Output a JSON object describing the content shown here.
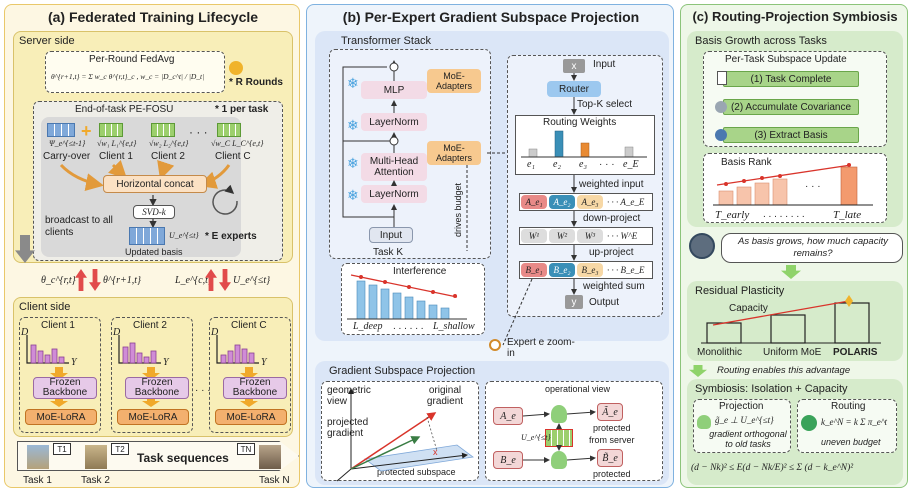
{
  "panel_a": {
    "title": "(a) Federated Training Lifecycle",
    "server_side": "Server side",
    "fedavg_title": "Per-Round FedAvg",
    "fedavg_formula": "θ^{r+1,t} = Σ w_c θ^{r,t}_c ,   w_c = |D_c^t| / |D_t|",
    "rounds_label": "* R Rounds",
    "pe_fosu_title": "End-of-task PE-FOSU",
    "per_task_label": "* 1 per task",
    "carry_over": "Carry-over",
    "carry_math": "Ψ_e^{≤t-1}",
    "clients": [
      "Client 1",
      "Client 2",
      "Client C"
    ],
    "client_math": [
      "√w₁ L₁^{e,t}",
      "√w₂ L₂^{e,t}",
      "√w_C L_C^{e,t}"
    ],
    "hconcat": "Horizontal concat",
    "svd": "SVD-k",
    "broadcast": "broadcast to all clients",
    "updated_basis": "Updated basis",
    "ue_math": "U_e^{≤t}",
    "experts_label": "* E experts",
    "arrow_left": "θ_c^{r,t}",
    "arrow_left2": "θ^{r+1,t}",
    "arrow_right": "L_e^{c,t}",
    "arrow_right2": "U_e^{≤t}",
    "client_side": "Client side",
    "frozen_backbone": "Frozen Backbone",
    "moe_lora": "MoE-LoRA",
    "axis_d": "D",
    "axis_y": "Y",
    "task_sequences": "Task sequences",
    "task_labels": [
      "Task 1",
      "Task 2",
      "Task N"
    ],
    "task_tags": [
      "T1",
      "T2",
      "TN"
    ]
  },
  "panel_b": {
    "title": "(b) Per-Expert Gradient Subspace Projection",
    "transformer_stack": "Transformer Stack",
    "mlp": "MLP",
    "layernorm": "LayerNorm",
    "mha": "Multi-Head Attention",
    "moe_adapters": "MoE-Adapters",
    "input": "Input",
    "task_k": "Task K",
    "drives_budget": "drives budget",
    "interference": "Interference",
    "l_deep": "L_deep",
    "l_shallow": "L_shallow",
    "router_input": "Input",
    "x": "x",
    "router": "Router",
    "topk": "Top-K select",
    "routing_weights": "Routing Weights",
    "e_labels": [
      "e₁",
      "e₂",
      "e₃",
      "· · ·",
      "e_E"
    ],
    "weighted_input": "weighted input",
    "a_labels": [
      "A_e₁",
      "A_e₂",
      "A_e₃",
      "· · · A_e_E"
    ],
    "down_project": "down-project",
    "w_labels": [
      "W¹",
      "W²",
      "W³",
      "· · · W^E"
    ],
    "up_project": "up-project",
    "b_labels": [
      "B_e₁",
      "B_e₂",
      "B_e₃",
      "· · · B_e_E"
    ],
    "weighted_sum": "weighted sum",
    "y": "y",
    "output": "Output",
    "zoom": "Expert e zoom-in",
    "gsp_title": "Gradient Subspace Projection",
    "geometric_view": "geometric view",
    "original_gradient": "original gradient",
    "projected_gradient": "projected gradient",
    "protected_subspace": "protected subspace",
    "operational_view": "operational view",
    "ae": "A_e",
    "be": "B_e",
    "ae_tilde": "Ã_e",
    "be_tilde": "B̃_e",
    "ue": "U_e^{≤t}",
    "protected": "protected",
    "from_server": "from server"
  },
  "panel_c": {
    "title": "(c) Routing-Projection Symbiosis",
    "basis_growth": "Basis Growth across Tasks",
    "per_task_update": "Per-Task Subspace Update",
    "steps": [
      "(1) Task Complete",
      "(2) Accumulate Covariance",
      "(3) Extract Basis"
    ],
    "basis_rank": "Basis Rank",
    "t_early": "T_early",
    "t_late": "T_late",
    "question": "As basis grows, how much capacity remains?",
    "residual_plasticity": "Residual Plasticity",
    "capacity": "Capacity",
    "bars": [
      "Monolithic",
      "Uniform MoE",
      "POLARIS"
    ],
    "routing_enables": "Routing enables this advantage",
    "symbiosis": "Symbiosis: Isolation + Capacity",
    "projection": "Projection",
    "routing": "Routing",
    "proj_formula": "g̃_e ⊥ U_e^{≤t}",
    "proj_note": "gradient orthogonal to old tasks",
    "routing_formula": "k_e^N = k Σ π_e^t",
    "routing_note": "uneven budget",
    "bottom_formula": "(d − Nk)² ≤ E(d − Nk/E)² ≤ Σ (d − k_e^N)²"
  },
  "colors": {
    "panel_a_bg": "#fdf7e3",
    "panel_b_bg": "#eef4fb",
    "panel_c_bg": "#eef7e8",
    "moe": "#f7c98f",
    "layernorm": "#f3dbe6",
    "router": "#9cc8ef",
    "green_step": "#a8d489",
    "accent_red": "#d9342b"
  }
}
